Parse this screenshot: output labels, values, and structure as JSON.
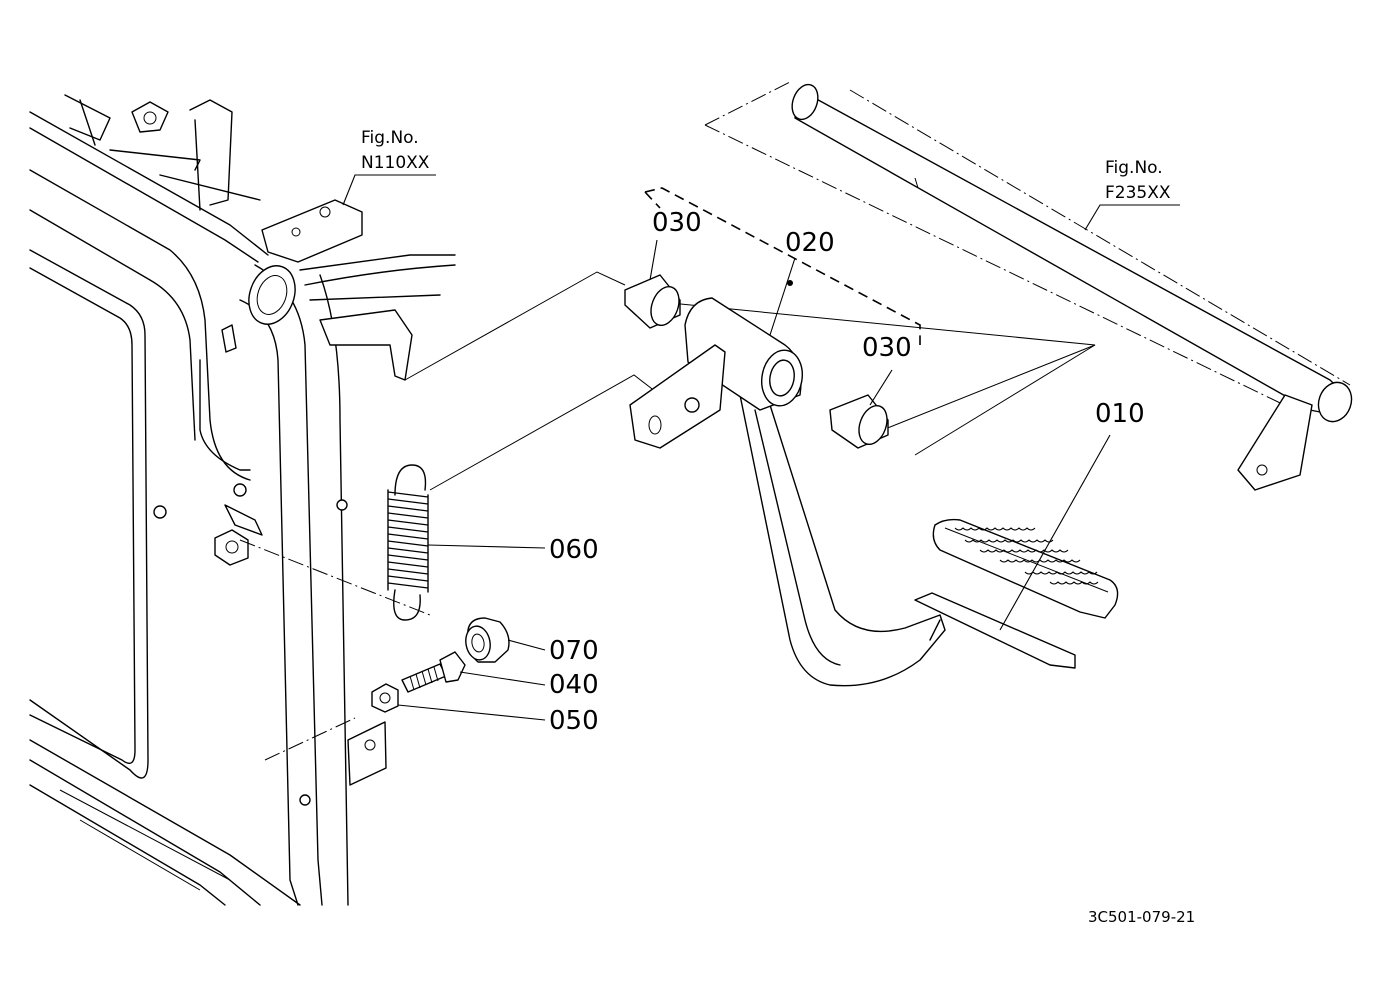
{
  "drawing_code": "3C501-079-21",
  "fig_refs": [
    {
      "label": "Fig.No.",
      "number": "N110XX"
    },
    {
      "label": "Fig.No.",
      "number": "F235XX"
    }
  ],
  "callouts": {
    "part_010": "010",
    "part_020": "020",
    "part_030_left": "030",
    "part_030_right": "030",
    "part_040": "040",
    "part_050": "050",
    "part_060": "060",
    "part_070": "070"
  }
}
